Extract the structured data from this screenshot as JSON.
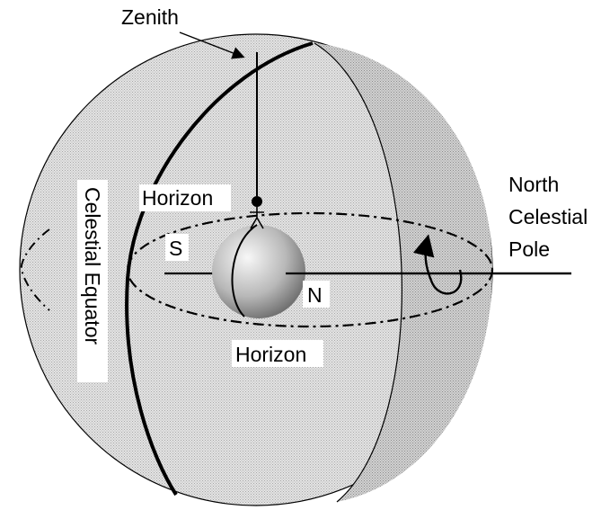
{
  "labels": {
    "zenith": "Zenith",
    "horizon_top": "Horizon",
    "horizon_bottom": "Horizon",
    "south": "S",
    "north": "N",
    "celestial_equator": "Celestial Equator",
    "north_celestial_pole": [
      "North",
      "Celestial",
      "Pole"
    ]
  },
  "colors": {
    "stroke": "#000000",
    "sphere_fill": "#d9d9d9",
    "meridian_fill": "#c9c9c9",
    "earth_light": "#f5f5f5",
    "earth_dark": "#6a6a6a"
  }
}
